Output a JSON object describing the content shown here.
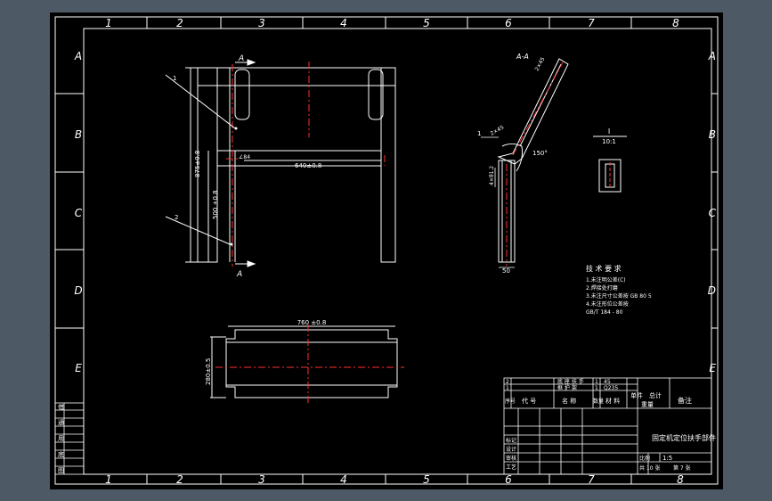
{
  "drawing": {
    "zone_columns": [
      "1",
      "2",
      "3",
      "4",
      "5",
      "6",
      "7",
      "8"
    ],
    "zone_rows": [
      "A",
      "B",
      "C",
      "D",
      "E"
    ],
    "colors": {
      "background": "#000000",
      "frame": "#4d5a66",
      "line": "#ffffff",
      "centerline": "#ff0000"
    }
  },
  "front_view": {
    "section_label_top": "A",
    "section_label_bottom": "A",
    "leader_1": "1",
    "leader_2": "2",
    "dim_height": "875±0.8",
    "dim_inner_height": "500 ±0.8",
    "dim_width": "640±0.8",
    "dim_small": "∠84"
  },
  "section_view": {
    "title": "A-A",
    "leader": "1",
    "dim_angle": "150°",
    "dim_width": "50",
    "dim_a": "2×45",
    "dim_b": "4×θ1.2"
  },
  "detail_view": {
    "label": "I",
    "scale": "10:1"
  },
  "tech_requirements": {
    "title": "技 术 要 求",
    "lines": [
      "1.未注明公差(C)",
      "2.焊接处打磨",
      "3.未注尺寸公差按 GB 80 5",
      "4.未注形位公差按",
      "GB/T 184 - 80"
    ]
  },
  "top_view": {
    "dim_width": "760 ±0.8",
    "dim_height": "280±0.5"
  },
  "title_block": {
    "row2": [
      "2",
      "底 座 扶 手",
      "1",
      "45"
    ],
    "row1": [
      "1",
      "框 护 架",
      "1",
      "Q235"
    ],
    "header": [
      "序号",
      "代 号",
      "名 称",
      "数量",
      "材 料",
      "单件",
      "总计",
      "备注"
    ],
    "mass_label": "重量",
    "drawing_name": "固定机定位扶手部件",
    "scale_label": "比例",
    "scale_value": "1:5",
    "sheet_info": [
      "共 10 张",
      "第 7 张"
    ],
    "left_labels": [
      "标记",
      "设计",
      "审核",
      "工艺"
    ]
  },
  "left_strip": {
    "labels": [
      "借",
      "通",
      "用",
      "底",
      "图"
    ]
  }
}
